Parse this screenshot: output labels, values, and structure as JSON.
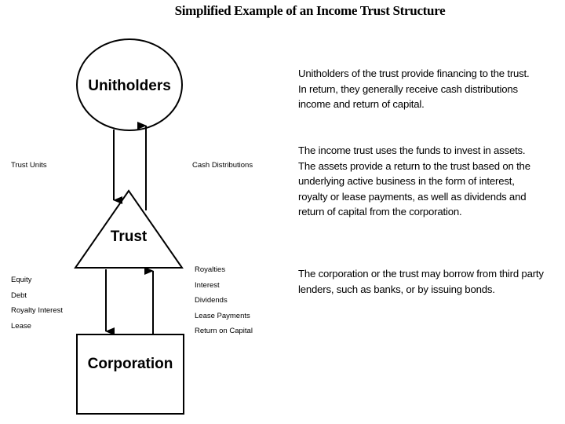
{
  "title": "Simplified Example of an Income Trust Structure",
  "nodes": {
    "unitholders": "Unitholders",
    "trust": "Trust",
    "corporation": "Corporation"
  },
  "labels": {
    "trust_units": "Trust Units",
    "cash_distributions": "Cash Distributions",
    "left_flows": [
      "Equity",
      "Debt",
      "Royalty Interest",
      "Lease"
    ],
    "right_flows": [
      "Royalties",
      "Interest",
      "Dividends",
      "Lease Payments",
      "Return on Capital"
    ]
  },
  "paragraphs": [
    [
      "Unitholders of the trust provide financing to the trust.",
      "In return, they generally receive cash distributions",
      "income and return of capital."
    ],
    [
      "The income trust uses the funds to invest in assets.",
      "The assets provide a return to the trust based on the",
      "underlying active business in the form of interest,",
      "royalty or lease payments, as well as dividends and",
      "return of capital from the corporation."
    ],
    [
      "The corporation or the trust may borrow from third party",
      "lenders, such as banks, or by issuing bonds."
    ]
  ]
}
